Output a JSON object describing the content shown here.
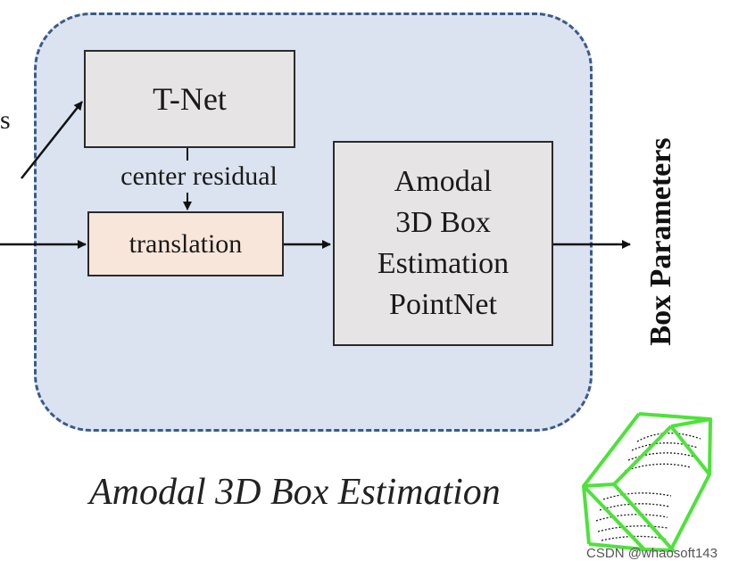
{
  "diagram": {
    "nodes": {
      "tnet": {
        "label": "T-Net"
      },
      "translation": {
        "label": "translation"
      },
      "amodal_box_estimation": {
        "lines": [
          "Amodal",
          "3D Box",
          "Estimation",
          "PointNet"
        ]
      }
    },
    "edge_labels": {
      "center_residual": "center residual"
    },
    "output_label": "Box Parameters",
    "caption": "Amodal 3D Box Estimation",
    "cutoff_text": "s",
    "colors": {
      "region_fill": "#dbe3f1",
      "region_border": "#3b5a8a",
      "module_fill": "#e6e4e4",
      "translation_fill": "#f9e6da",
      "box_wireframe": "#4ee23a"
    }
  },
  "watermark": "CSDN @whaosoft143"
}
